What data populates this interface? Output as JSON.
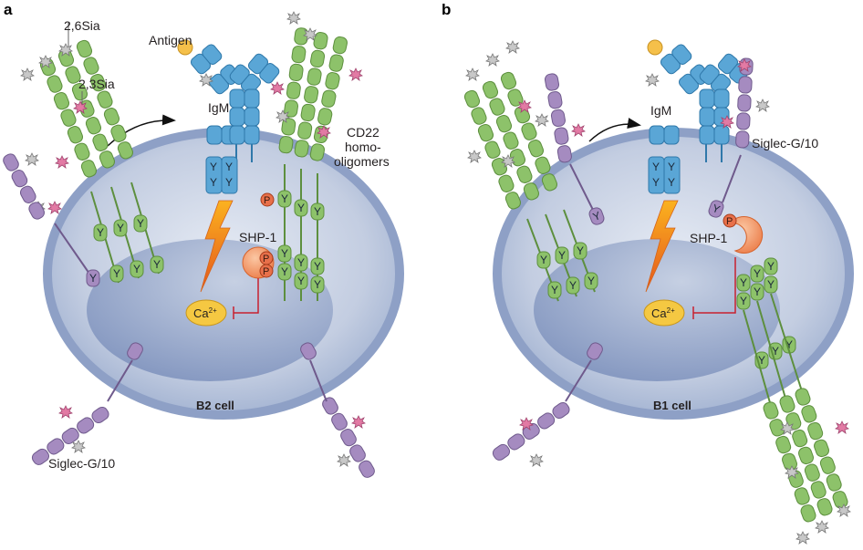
{
  "figure": {
    "panels": [
      {
        "id": "a",
        "label": "a",
        "cell_label": "B2 cell",
        "labels": {
          "sia26": "2,6Sia",
          "sia23": "2,3Sia",
          "antigen": "Antigen",
          "igm": "IgM",
          "cd22_line1": "CD22",
          "cd22_line2": "homo-",
          "cd22_line3": "oligomers",
          "shp1": "SHP-1",
          "ca": "Ca",
          "ca_sup": "2+",
          "siglec": "Siglec-G/10",
          "phospho": "P",
          "itim": "Y"
        }
      },
      {
        "id": "b",
        "label": "b",
        "cell_label": "B1 cell",
        "labels": {
          "igm": "IgM",
          "siglec": "Siglec-G/10",
          "shp1": "SHP-1",
          "ca": "Ca",
          "ca_sup": "2+",
          "phospho": "P",
          "itim": "Y"
        }
      }
    ],
    "colors": {
      "cell_outer": "#7f95bf",
      "cell_body": "#c4cde0",
      "nucleus": "#93a5c8",
      "cd22": "#8dc26a",
      "igm": "#5aa6d6",
      "siglec": "#a58bc0",
      "shp1": "#f29a66",
      "phospho": "#e8704a",
      "calcium": "#f5c842",
      "lightning": "#f08a1c",
      "sia26": "#c0c0c0",
      "sia23": "#e27aa4",
      "inhibition": "#c8202f",
      "antigen": "#f5c04a"
    }
  }
}
